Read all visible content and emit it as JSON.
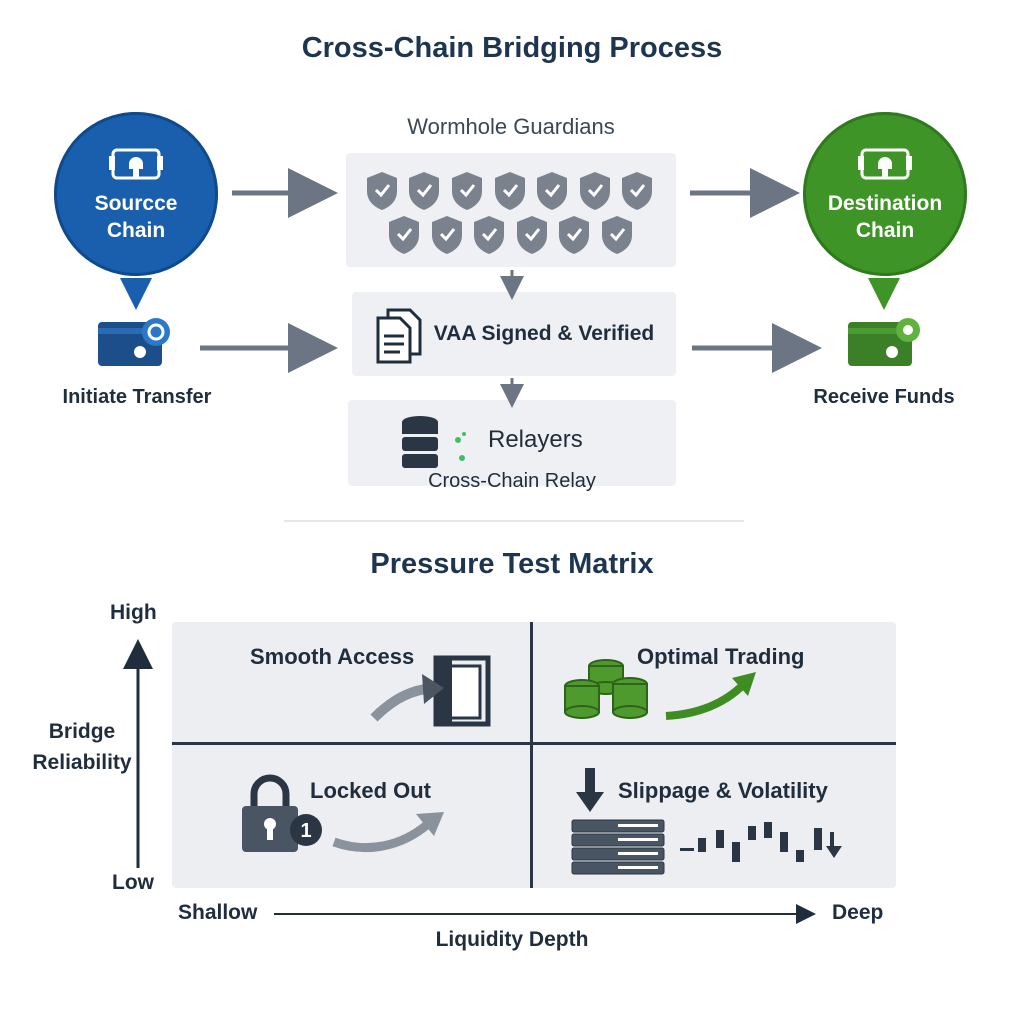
{
  "title": "Cross-Chain Bridging Process",
  "flow": {
    "source_chain": "Sourcce\nChain",
    "destination_chain": "Destination\nChain",
    "guardians_label": "Wormhole Guardians",
    "vaa_label": "VAA Signed & Verified",
    "relayers_label": "Relayers",
    "relay_sublabel": "Cross-Chain Relay",
    "initiate_label": "Initiate Transfer",
    "receive_label": "Receive Funds"
  },
  "matrix": {
    "title": "Pressure Test Matrix",
    "y_axis": {
      "high": "High",
      "low": "Low",
      "label": "Bridge\nReliability"
    },
    "x_axis": {
      "low": "Shallow",
      "high": "Deep",
      "label": "Liquidity Depth"
    },
    "quadrants": {
      "top_left": "Smooth Access",
      "top_right": "Optimal Trading",
      "bottom_left": "Locked Out",
      "bottom_right": "Slippage & Volatility"
    }
  },
  "colors": {
    "source_blue": "#1a5fad",
    "destination_green": "#3f9428",
    "arrow_gray": "#6b7584",
    "panel_gray": "#eef0f3",
    "text_dark": "#1f2d3d"
  },
  "icons": {
    "source": "wallet-icon",
    "destination": "wallet-icon",
    "guardians": "shield-icon",
    "vaa": "document-icon",
    "relayers": "server-icon"
  }
}
